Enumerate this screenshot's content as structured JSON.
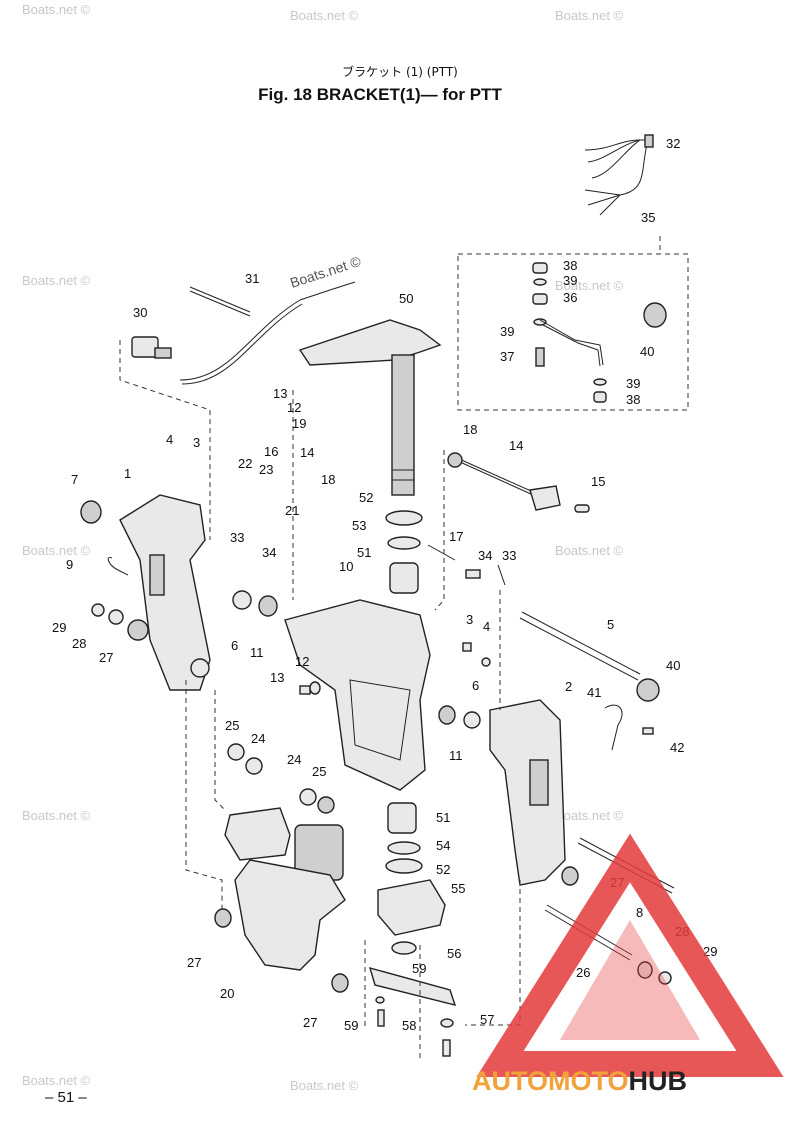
{
  "title": {
    "japanese": "ブラケット (1) (PTT)",
    "english": "Fig. 18   BRACKET(1)— for PTT"
  },
  "watermarks": {
    "text": "Boats.net ©",
    "strong_text": "Boats.net ©"
  },
  "page_number": "– 51 –",
  "logo": {
    "part1": "AUTO",
    "part2": "MOTO",
    "part3": "HUB",
    "colors": {
      "triangle": "#e43a3a",
      "auto": "#f2a23a",
      "hub": "#222222"
    }
  },
  "callouts": [
    {
      "id": "c32",
      "text": "32"
    },
    {
      "id": "c35",
      "text": "35"
    },
    {
      "id": "c38a",
      "text": "38"
    },
    {
      "id": "c39a",
      "text": "39"
    },
    {
      "id": "c36",
      "text": "36"
    },
    {
      "id": "c39b",
      "text": "39"
    },
    {
      "id": "c37",
      "text": "37"
    },
    {
      "id": "c40a",
      "text": "40"
    },
    {
      "id": "c39c",
      "text": "39"
    },
    {
      "id": "c38b",
      "text": "38"
    },
    {
      "id": "c31",
      "text": "31"
    },
    {
      "id": "c30",
      "text": "30"
    },
    {
      "id": "c50",
      "text": "50"
    },
    {
      "id": "c13a",
      "text": "13"
    },
    {
      "id": "c12a",
      "text": "12"
    },
    {
      "id": "c19",
      "text": "19"
    },
    {
      "id": "c4a",
      "text": "4"
    },
    {
      "id": "c3a",
      "text": "3"
    },
    {
      "id": "c16",
      "text": "16"
    },
    {
      "id": "c14a",
      "text": "14"
    },
    {
      "id": "c22",
      "text": "22"
    },
    {
      "id": "c23",
      "text": "23"
    },
    {
      "id": "c18a",
      "text": "18"
    },
    {
      "id": "c21",
      "text": "21"
    },
    {
      "id": "c18b",
      "text": "18"
    },
    {
      "id": "c14b",
      "text": "14"
    },
    {
      "id": "c15",
      "text": "15"
    },
    {
      "id": "c7",
      "text": "7"
    },
    {
      "id": "c1",
      "text": "1"
    },
    {
      "id": "c52a",
      "text": "52"
    },
    {
      "id": "c53",
      "text": "53"
    },
    {
      "id": "c33a",
      "text": "33"
    },
    {
      "id": "c34a",
      "text": "34"
    },
    {
      "id": "c51a",
      "text": "51"
    },
    {
      "id": "c17",
      "text": "17"
    },
    {
      "id": "c34b",
      "text": "34"
    },
    {
      "id": "c33b",
      "text": "33"
    },
    {
      "id": "c9",
      "text": "9"
    },
    {
      "id": "c10",
      "text": "10"
    },
    {
      "id": "c29a",
      "text": "29"
    },
    {
      "id": "c28a",
      "text": "28"
    },
    {
      "id": "c27a",
      "text": "27"
    },
    {
      "id": "c6a",
      "text": "6"
    },
    {
      "id": "c11a",
      "text": "11"
    },
    {
      "id": "c5",
      "text": "5"
    },
    {
      "id": "c3b",
      "text": "3"
    },
    {
      "id": "c4b",
      "text": "4"
    },
    {
      "id": "c12b",
      "text": "12"
    },
    {
      "id": "c13b",
      "text": "13"
    },
    {
      "id": "c40b",
      "text": "40"
    },
    {
      "id": "c2",
      "text": "2"
    },
    {
      "id": "c6b",
      "text": "6"
    },
    {
      "id": "c41",
      "text": "41"
    },
    {
      "id": "c42",
      "text": "42"
    },
    {
      "id": "c11b",
      "text": "11"
    },
    {
      "id": "c25a",
      "text": "25"
    },
    {
      "id": "c24a",
      "text": "24"
    },
    {
      "id": "c24b",
      "text": "24"
    },
    {
      "id": "c25b",
      "text": "25"
    },
    {
      "id": "c51b",
      "text": "51"
    },
    {
      "id": "c54",
      "text": "54"
    },
    {
      "id": "c52b",
      "text": "52"
    },
    {
      "id": "c55",
      "text": "55"
    },
    {
      "id": "c27b",
      "text": "27"
    },
    {
      "id": "c8",
      "text": "8"
    },
    {
      "id": "c28b",
      "text": "28"
    },
    {
      "id": "c29b",
      "text": "29"
    },
    {
      "id": "c26",
      "text": "26"
    },
    {
      "id": "c27c",
      "text": "27"
    },
    {
      "id": "c56",
      "text": "56"
    },
    {
      "id": "c20",
      "text": "20"
    },
    {
      "id": "c59a",
      "text": "59"
    },
    {
      "id": "c27d",
      "text": "27"
    },
    {
      "id": "c57",
      "text": "57"
    },
    {
      "id": "c59b",
      "text": "59"
    },
    {
      "id": "c58",
      "text": "58"
    }
  ]
}
